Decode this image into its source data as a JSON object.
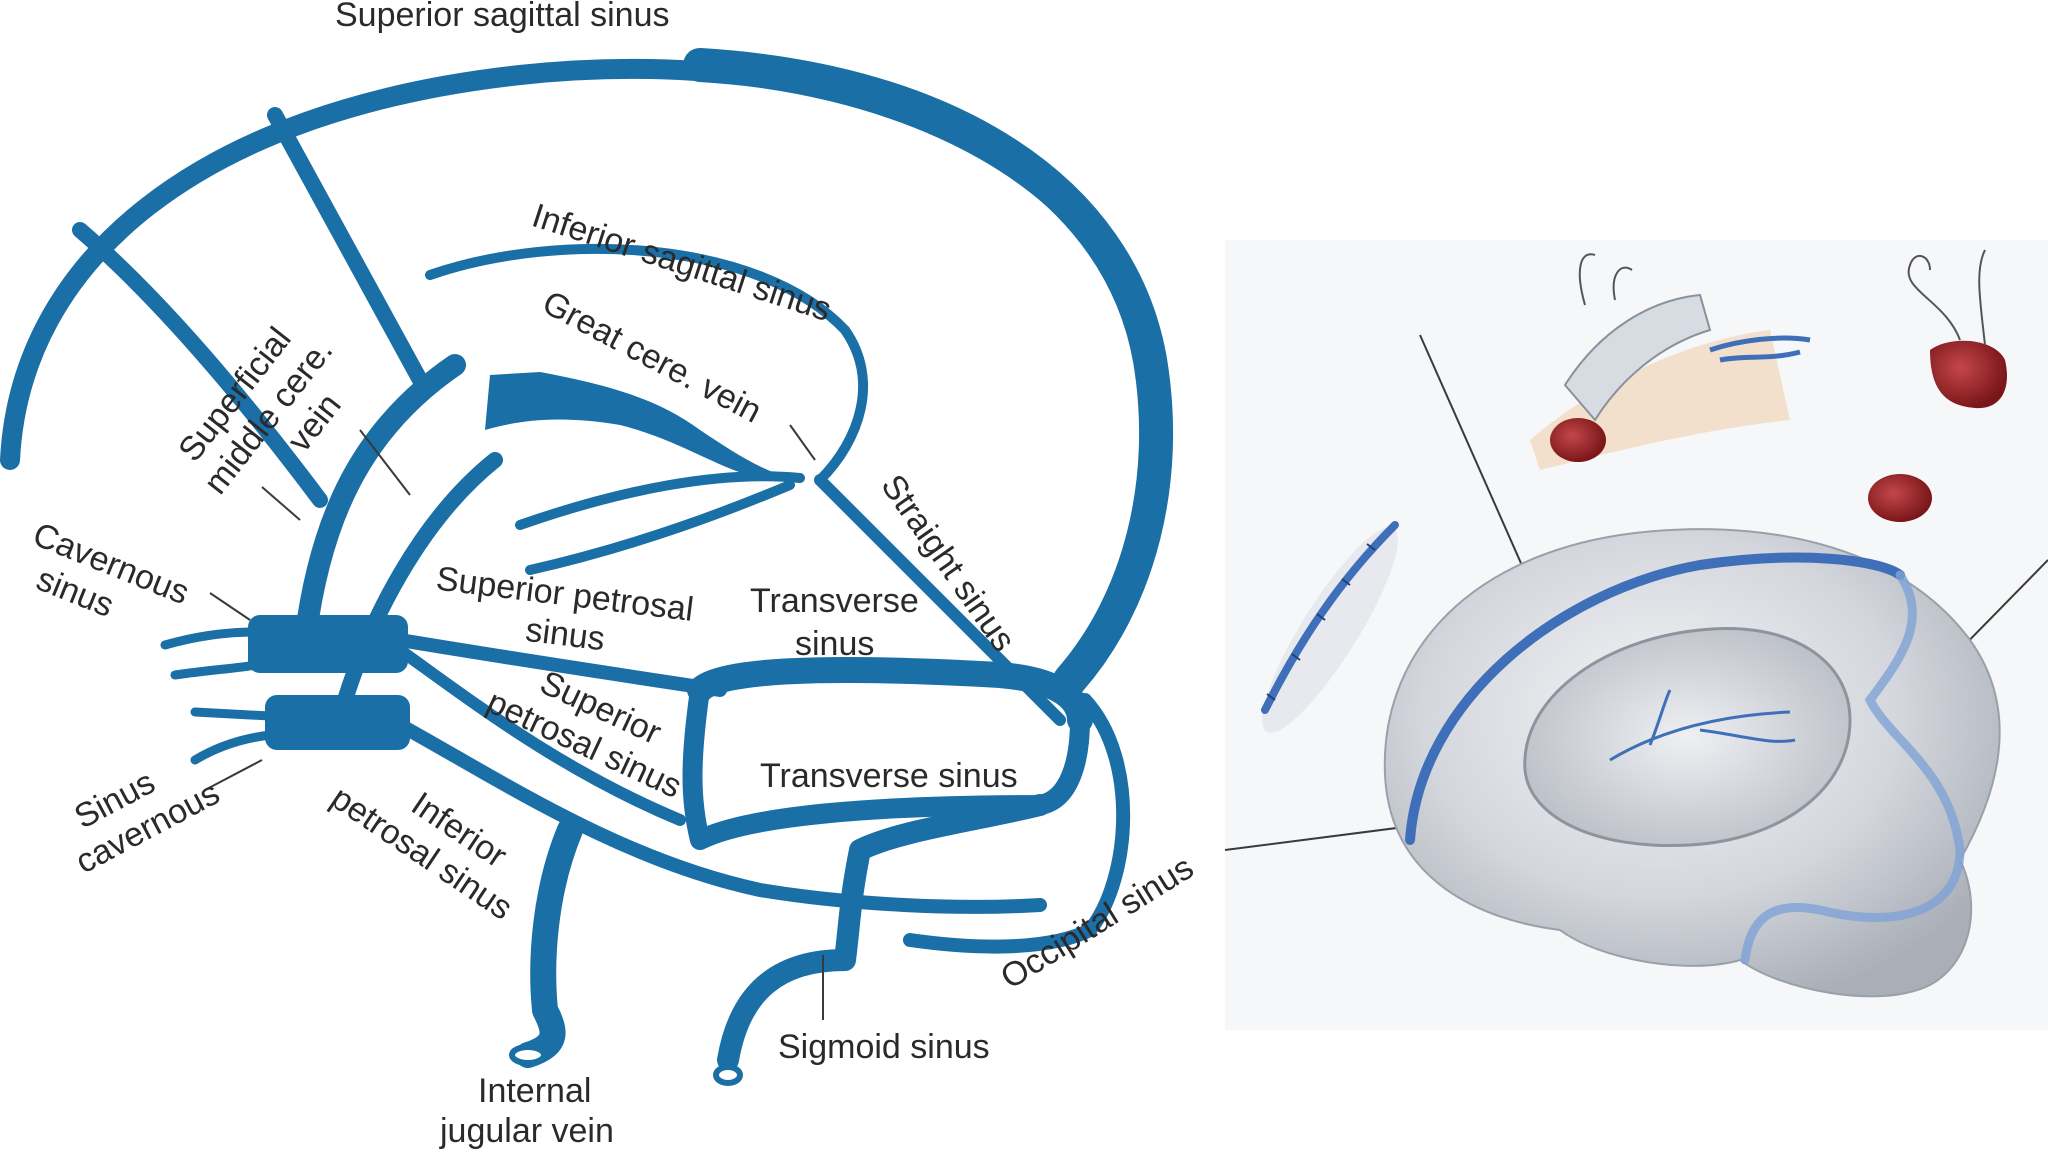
{
  "labels": {
    "superior_sagittal_sinus": "Superior sagittal sinus",
    "inferior_sagittal_sinus": "Inferior sagittal sinus",
    "great_cere_vein": "Great cere. vein",
    "superficial_line1": "Superficial",
    "superficial_line2": "middle cere.",
    "superficial_line3": "vein",
    "cavernous_sinus_line1": "Cavernous",
    "cavernous_sinus_line2": "sinus",
    "superior_petrosal_sinus_a_line1": "Superior petrosal",
    "superior_petrosal_sinus_a_line2": "sinus",
    "transverse_sinus_a_line1": "Transverse",
    "transverse_sinus_a_line2": "sinus",
    "straight_sinus": "Straight sinus",
    "superior_petrosal_sinus_b_line1": "Superior",
    "superior_petrosal_sinus_b_line2": "petrosal sinus",
    "transverse_sinus_b": "Transverse sinus",
    "sinus_cavernous_line1": "Sinus",
    "sinus_cavernous_line2": "cavernous",
    "inferior_petrosal_line1": "Inferior",
    "inferior_petrosal_line2": "petrosal sinus",
    "occipital_sinus": "Occipital sinus",
    "sigmoid_sinus": "Sigmoid sinus",
    "internal_jugular_line1": "Internal",
    "internal_jugular_line2": "jugular vein"
  },
  "colors": {
    "sinus_blue": "#1a6fa6",
    "dura_gray": "#c9cdd4",
    "vessel_blue": "#3f6fb8",
    "tissue_red": "#8a1f22",
    "skin_tan": "#f1dcc4"
  }
}
